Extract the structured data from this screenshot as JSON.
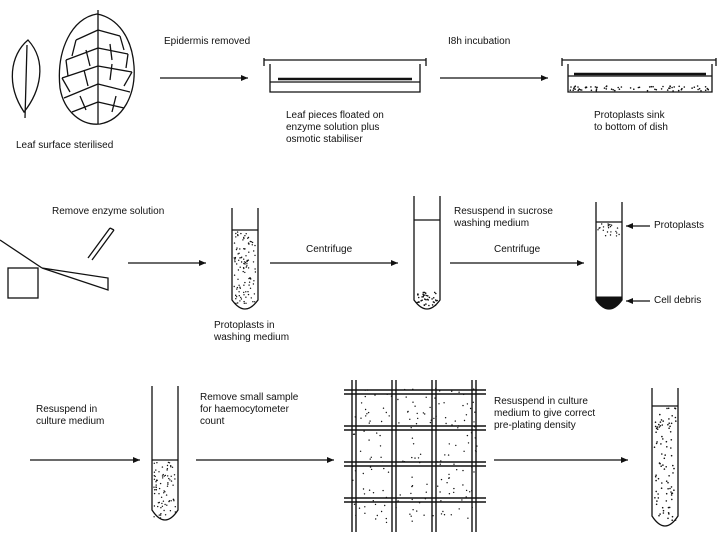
{
  "labels": {
    "epidermis_removed": "Epidermis removed",
    "incubation": "I8h incubation",
    "leaf_surface_sterilised": "Leaf surface sterilised",
    "leaf_pieces": [
      "Leaf pieces floated on",
      "enzyme solution plus",
      "osmotic stabiliser"
    ],
    "protoplasts_sink": [
      "Protoplasts sink",
      "to bottom of dish"
    ],
    "remove_enzyme": "Remove enzyme solution",
    "protoplasts_washing": [
      "Protoplasts in",
      "washing medium"
    ],
    "centrifuge_1": "Centrifuge",
    "resuspend_sucrose": [
      "Resuspend in sucrose",
      "washing medium"
    ],
    "centrifuge_2": "Centrifuge",
    "protoplasts": "Protoplasts",
    "cell_debris": "Cell debris",
    "resuspend_culture": [
      "Resuspend in",
      "culture medium"
    ],
    "remove_sample": [
      "Remove small sample",
      "for haemocytometer",
      "count"
    ],
    "resuspend_density": [
      "Resuspend in culture",
      "medium to give correct",
      "pre-plating density"
    ]
  },
  "colors": {
    "ink": "#111111",
    "background": "#ffffff"
  }
}
